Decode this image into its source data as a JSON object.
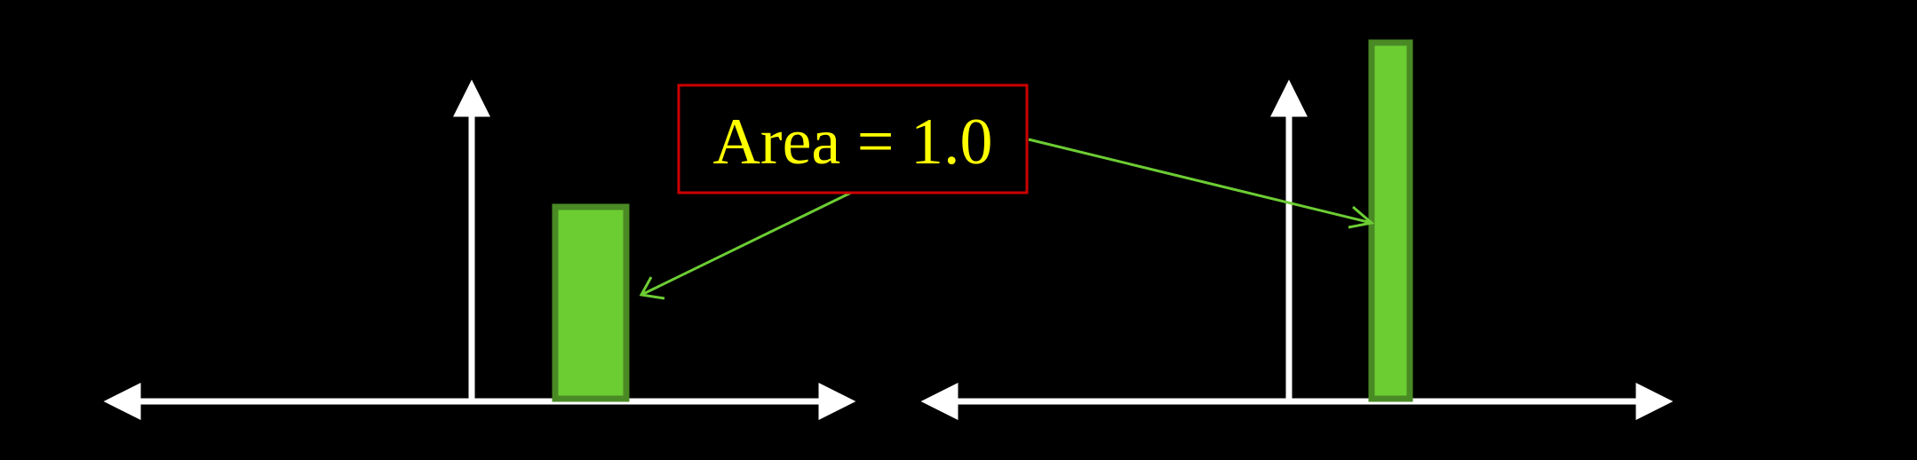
{
  "colors": {
    "background": "#000000",
    "axis": "#ffffff",
    "bar_fill": "#6ccd33",
    "bar_stroke": "#4a8a25",
    "pointer": "#6ccd33",
    "label_text": "#ffff00",
    "label_border": "#cc0000"
  },
  "annotation": {
    "text": "Area = 1.0"
  },
  "chart_data": [
    {
      "type": "bar",
      "description_of_shape": "single rectangle",
      "relative_bar_height": 0.55,
      "relative_bar_width": 1.0,
      "area": 1.0
    },
    {
      "type": "bar",
      "description_of_shape": "single rectangle",
      "relative_bar_height": 1.0,
      "relative_bar_width": 0.55,
      "area": 1.0
    }
  ]
}
